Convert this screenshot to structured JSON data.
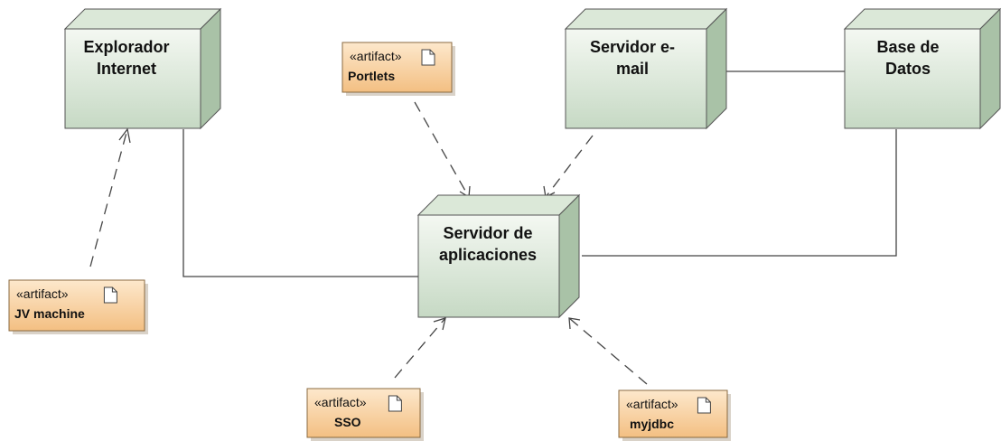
{
  "nodes": [
    {
      "id": "explorador",
      "lines": [
        "Explorador",
        "Internet"
      ]
    },
    {
      "id": "servidor-email",
      "lines": [
        "Servidor e-",
        "mail"
      ]
    },
    {
      "id": "base-datos",
      "lines": [
        "Base de",
        "Datos"
      ]
    },
    {
      "id": "servidor-apps",
      "lines": [
        "Servidor de",
        "aplicaciones"
      ]
    }
  ],
  "artifacts": [
    {
      "id": "portlets",
      "stereotype": "«artifact»",
      "name": "Portlets"
    },
    {
      "id": "jv-machine",
      "stereotype": "«artifact»",
      "name": "JV machine"
    },
    {
      "id": "sso",
      "stereotype": "«artifact»",
      "name": "SSO"
    },
    {
      "id": "myjdbc",
      "stereotype": "«artifact»",
      "name": "myjdbc"
    }
  ],
  "colors": {
    "node_front_top": "#f4f8f2",
    "node_front_bottom": "#c6d9c4",
    "node_side": "#a9c2a7",
    "node_top": "#dbe8d8",
    "artifact_top": "#fde8cc",
    "artifact_bottom": "#f3bf82",
    "line": "#444444"
  }
}
